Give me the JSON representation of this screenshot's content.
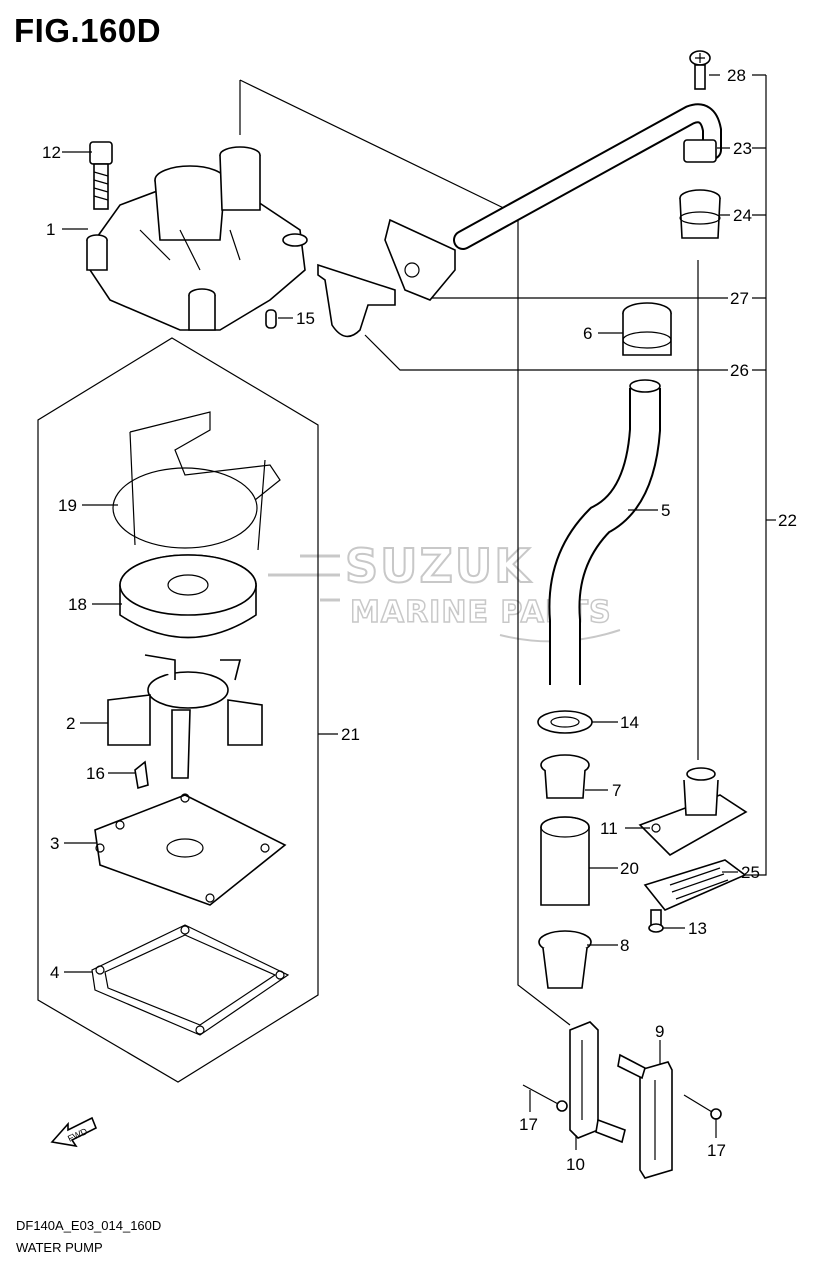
{
  "figure": {
    "title": "FIG.160D",
    "code": "DF140A_E03_014_160D",
    "name": "WATER PUMP"
  },
  "watermark": {
    "line1": "SUZUK",
    "line2": "MARINE PARTS"
  },
  "fwd_label": "FWD",
  "callouts": {
    "c1": "1",
    "c2": "2",
    "c3": "3",
    "c4": "4",
    "c5": "5",
    "c6": "6",
    "c7": "7",
    "c8": "8",
    "c9": "9",
    "c10": "10",
    "c11": "11",
    "c12": "12",
    "c13": "13",
    "c14": "14",
    "c15": "15",
    "c16": "16",
    "c17a": "17",
    "c17b": "17",
    "c18": "18",
    "c19": "19",
    "c20": "20",
    "c21": "21",
    "c22": "22",
    "c23": "23",
    "c24": "24",
    "c25": "25",
    "c26": "26",
    "c27": "27",
    "c28": "28"
  }
}
